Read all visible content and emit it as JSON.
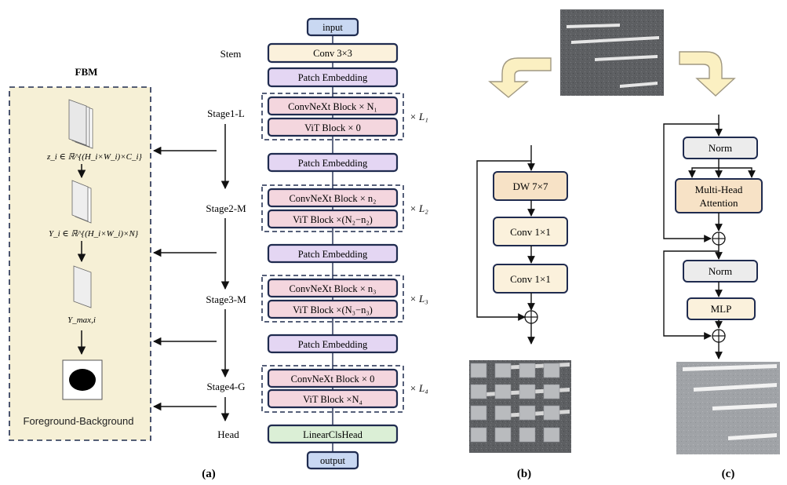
{
  "fbm": {
    "title": "FBM",
    "z_label": "z_i ∈ ℝ^{(H_i×W_i)×C_i}",
    "y_label": "Y_i ∈ ℝ^{(H_i×W_i)×N}",
    "ymax_label": "Y_max,i",
    "caption": "Foreground-Background"
  },
  "stages": {
    "stem": "Stem",
    "stage1": "Stage1-L",
    "stage2": "Stage2-M",
    "stage3": "Stage3-M",
    "stage4": "Stage4-G",
    "head": "Head"
  },
  "network": {
    "input": "input",
    "stem_conv": "Conv 3×3",
    "patch_embedding": "Patch Embedding",
    "s1_convnext": "ConvNeXt Block × N₁",
    "s1_vit": "ViT Block × 0",
    "s1_repeat": "× L₁",
    "s2_convnext": "ConvNeXt Block × n₂",
    "s2_vit": "ViT Block ×(N₂−n₂)",
    "s2_repeat": "× L₂",
    "s3_convnext": "ConvNeXt Block × n₃",
    "s3_vit": "ViT Block ×(N₃−n₃)",
    "s3_repeat": "× L₃",
    "s4_convnext": "ConvNeXt Block × 0",
    "s4_vit": "ViT Block ×N₄",
    "s4_repeat": "× L₄",
    "head": "LinearClsHead",
    "output": "output"
  },
  "convnext_block": {
    "dw": "DW 7×7",
    "conv1": "Conv 1×1",
    "conv2": "Conv 1×1"
  },
  "vit_block": {
    "norm1": "Norm",
    "mha_line1": "Multi-Head",
    "mha_line2": "Attention",
    "norm2": "Norm",
    "mlp": "MLP"
  },
  "captions": {
    "a": "(a)",
    "b": "(b)",
    "c": "(c)"
  },
  "colors": {
    "io_fill": "#c9d8f2",
    "conv_fill": "#fbf1dc",
    "patch_fill": "#e4d6f3",
    "block_fill": "#f4d6de",
    "head_fill": "#dbefd6",
    "fbm_fill": "#f6f0d6",
    "gray_fill": "#ececec",
    "mha_fill": "#f7e2c6",
    "border": "#1f2b4f",
    "arrow_fill": "#fbf0c2",
    "arrow_stroke": "#a09882"
  }
}
